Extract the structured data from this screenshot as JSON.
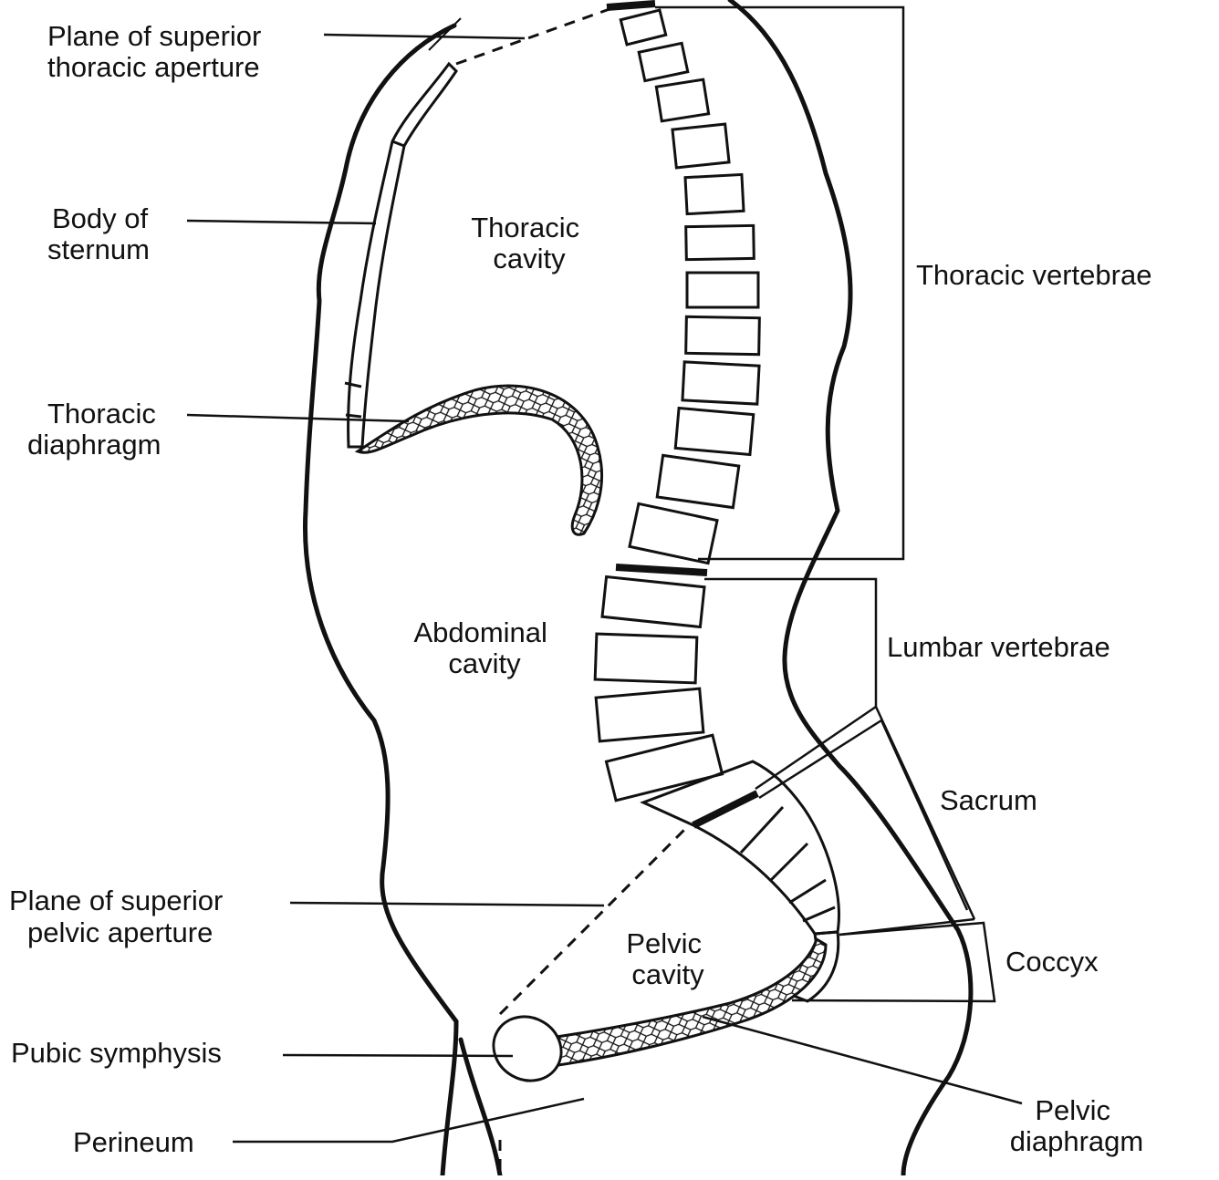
{
  "labels": {
    "plane_superior_thoracic": [
      "Plane of superior",
      "thoracic aperture"
    ],
    "body_of_sternum": [
      "Body of",
      "sternum"
    ],
    "thoracic_diaphragm": [
      "Thoracic",
      "diaphragm"
    ],
    "plane_superior_pelvic": [
      "Plane of superior",
      "pelvic aperture"
    ],
    "pubic_symphysis": [
      "Pubic symphysis"
    ],
    "perineum": [
      "Perineum"
    ],
    "thoracic_cavity": [
      "Thoracic",
      "cavity"
    ],
    "abdominal_cavity": [
      "Abdominal",
      "cavity"
    ],
    "pelvic_cavity": [
      "Pelvic",
      "cavity"
    ],
    "thoracic_vertebrae": [
      "Thoracic vertebrae"
    ],
    "lumbar_vertebrae": [
      "Lumbar vertebrae"
    ],
    "sacrum": [
      "Sacrum"
    ],
    "coccyx": [
      "Coccyx"
    ],
    "pelvic_diaphragm": [
      "Pelvic",
      "diaphragm"
    ]
  },
  "colors": {
    "ink": "#111111",
    "background": "#ffffff"
  }
}
